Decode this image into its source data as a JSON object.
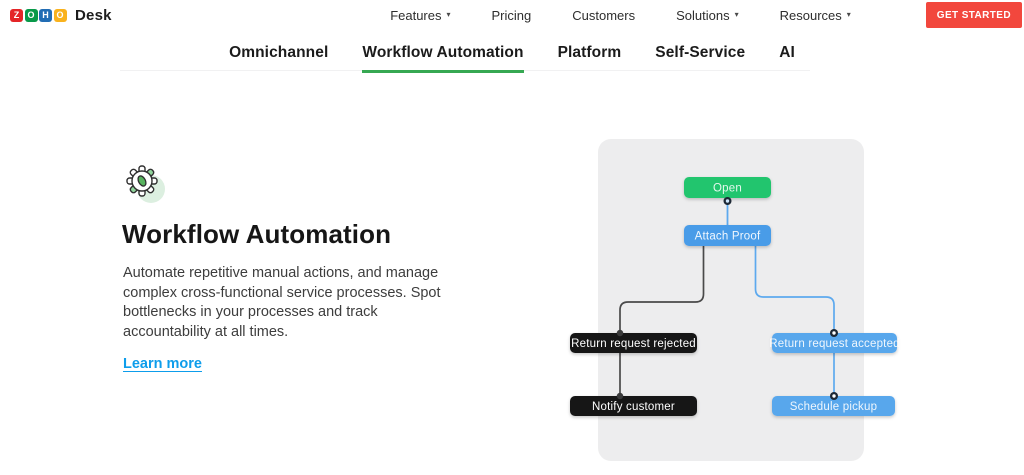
{
  "header": {
    "logo_letters": [
      "Z",
      "O",
      "H",
      "O"
    ],
    "product_name": "Desk",
    "nav_items": [
      {
        "label": "Features",
        "dropdown": true
      },
      {
        "label": "Pricing",
        "dropdown": false
      },
      {
        "label": "Customers",
        "dropdown": false
      },
      {
        "label": "Solutions",
        "dropdown": true
      },
      {
        "label": "Resources",
        "dropdown": true
      }
    ],
    "cta_label": "GET STARTED"
  },
  "tabs": [
    {
      "label": "Omnichannel",
      "active": false
    },
    {
      "label": "Workflow Automation",
      "active": true
    },
    {
      "label": "Platform",
      "active": false
    },
    {
      "label": "Self-Service",
      "active": false
    },
    {
      "label": "AI",
      "active": false
    }
  ],
  "content": {
    "title": "Workflow Automation",
    "description": "Automate repetitive manual actions, and manage\ncomplex cross-functional service processes. Spot\nbottlenecks in your processes and track\naccountability at all times.",
    "link_label": "Learn more"
  },
  "flowchart": {
    "nodes": {
      "open": "Open",
      "attach_proof": "Attach Proof",
      "rejected": "Return request rejected",
      "accepted": "Return request accepted",
      "notify": "Notify customer",
      "pickup": "Schedule pickup"
    }
  },
  "colors": {
    "active_tab_underline": "#36a852",
    "node_green": "#21c56e",
    "node_blue": "#4a9ce8",
    "node_blue_light": "#58a7ec",
    "node_black": "#151515",
    "connector_black": "#4a4a4a",
    "connector_blue": "#5da9ee",
    "cta_red": "#f2473d",
    "link_blue": "#0d9deb",
    "panel_gray": "#ededee"
  }
}
